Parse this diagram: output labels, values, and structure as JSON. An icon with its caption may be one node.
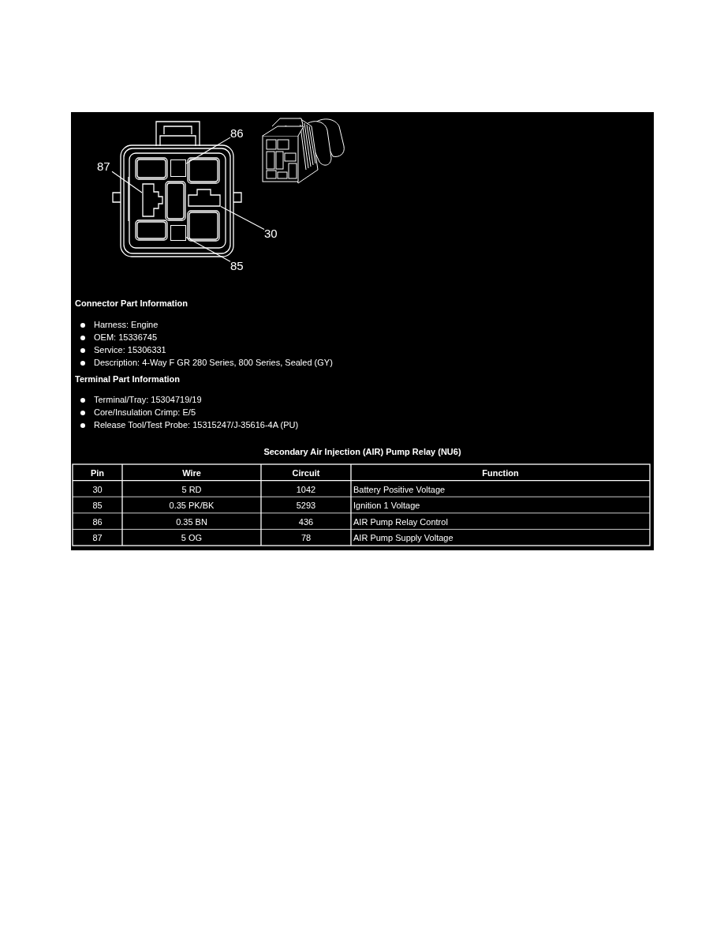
{
  "diagram": {
    "nodes": [
      {
        "text": [
          "86"
        ]
      },
      {
        "text": [],
        "shape": "box"
      },
      {
        "text": [
          "87"
        ]
      },
      {
        "text": [],
        "shape": "box"
      },
      {
        "text": [
          "30"
        ]
      },
      {
        "text": [],
        "shape": "box"
      },
      {
        "text": [
          "85"
        ]
      },
      {
        "text": [],
        "shape": "box"
      }
    ],
    "edges": [
      {
        "from": 0,
        "to": 1,
        "arrow": "none"
      },
      {
        "from": 2,
        "to": 3,
        "arrow": "none"
      },
      {
        "from": 4,
        "to": 5,
        "arrow": "none"
      },
      {
        "from": 6,
        "to": 7,
        "arrow": "none"
      }
    ],
    "labels": [
      "Connector Part Information",
      "Harness: Engine",
      "OEM: 15336745",
      "Service: 15306331",
      "Description: 4-Way F GR 280 Series, 800 Series, Sealed (GY)",
      "Terminal Part Information",
      "Terminal/Tray: 15304719/19",
      "Core/Insulation Crimp: E/5",
      "Release Tool/Test Probe: 15315247/J-35616-4A (PU)",
      "Secondary Air Injection (AIR) Pump Relay (NU6)",
      "Pin",
      "Wire",
      "Circuit",
      "Function",
      "30",
      "5 RD",
      "1042",
      "Battery Positive Voltage",
      "85",
      "0.35 PK/BK",
      "5293",
      "Ignition 1 Voltage",
      "86",
      "0.35 BN",
      "436",
      "AIR Pump Relay Control",
      "87",
      "5 OG",
      "78",
      "AIR Pump Supply Voltage"
    ]
  }
}
